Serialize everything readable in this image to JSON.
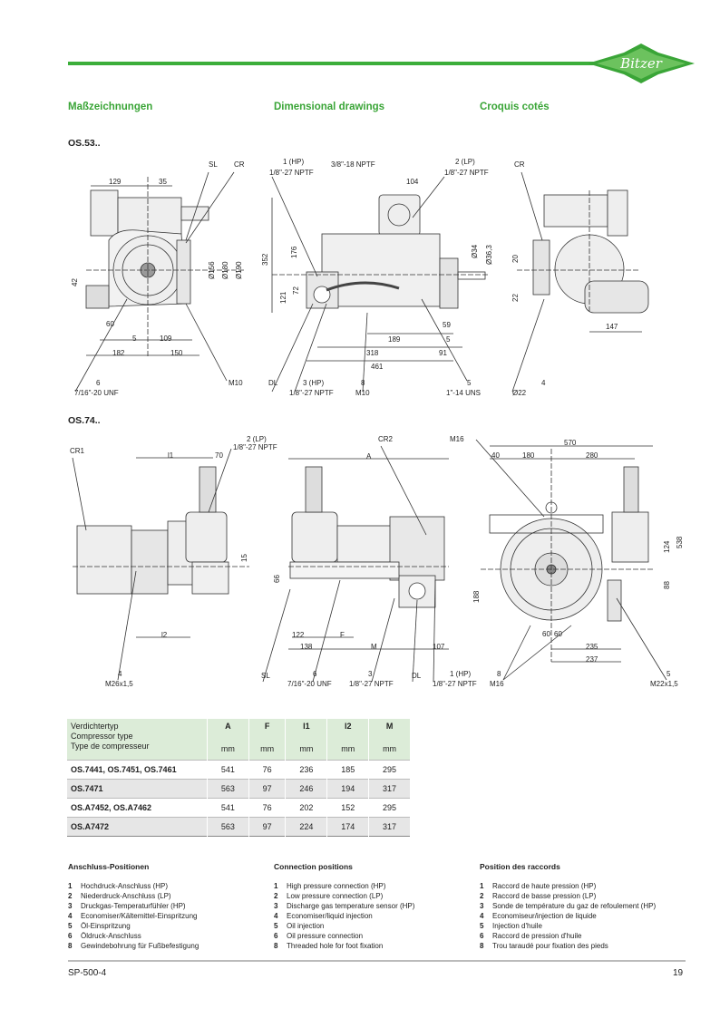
{
  "header": {
    "logo_text": "Bitzer",
    "brand_color": "#3cae3a"
  },
  "columns": {
    "de": "Maßzeichnungen",
    "en": "Dimensional drawings",
    "fr": "Croquis cotés"
  },
  "drawings": {
    "os53": {
      "title": "OS.53..",
      "labels": [
        "SL",
        "CR",
        "129",
        "35",
        "42",
        "Ø156",
        "Ø180",
        "Ø190",
        "60",
        "5",
        "109",
        "182",
        "150",
        "6",
        "7/16\"-20 UNF",
        "M10",
        "1 (HP)",
        "1/8\"-27 NPTF",
        "3/8\"-18 NPTF",
        "2 (LP)",
        "1/8\"-27 NPTF",
        "104",
        "352",
        "176",
        "121",
        "72",
        "Ø34",
        "Ø36,3",
        "59",
        "189",
        "5",
        "318",
        "91",
        "461",
        "DL",
        "3 (HP)",
        "1/8\"-27 NPTF",
        "8",
        "M10",
        "5",
        "1\"-14 UNS",
        "CR",
        "20",
        "22",
        "147",
        "4",
        "Ø22"
      ]
    },
    "os74": {
      "title": "OS.74..",
      "labels": [
        "CR1",
        "2 (LP)",
        "1/8\"-27 NPTF",
        "l1",
        "70",
        "15",
        "l2",
        "4",
        "M26x1,5",
        "A",
        "CR2",
        "M16",
        "66",
        "122",
        "F",
        "138",
        "M",
        "107",
        "SL",
        "6",
        "7/16\"-20 UNF",
        "3",
        "1/8\"-27 NPTF",
        "DL",
        "1 (HP)",
        "1/8\"-27 NPTF",
        "570",
        "40",
        "180",
        "280",
        "538",
        "124",
        "88",
        "188",
        "60",
        "60",
        "235",
        "237",
        "8",
        "M16",
        "5",
        "M22x1,5"
      ]
    }
  },
  "table": {
    "header_type": [
      "Verdichtertyp",
      "Compressor type",
      "Type de compresseur"
    ],
    "columns": [
      "A",
      "F",
      "l1",
      "l2",
      "M"
    ],
    "unit": "mm",
    "rows": [
      {
        "type": "OS.7441, OS.7451, OS.7461",
        "values": [
          "541",
          "76",
          "236",
          "185",
          "295"
        ]
      },
      {
        "type": "OS.7471",
        "values": [
          "563",
          "97",
          "246",
          "194",
          "317"
        ]
      },
      {
        "type": "OS.A7452, OS.A7462",
        "values": [
          "541",
          "76",
          "202",
          "152",
          "295"
        ]
      },
      {
        "type": "OS.A7472",
        "values": [
          "563",
          "97",
          "224",
          "174",
          "317"
        ]
      }
    ]
  },
  "positions": {
    "de": {
      "title": "Anschluss-Positionen",
      "items": [
        {
          "n": "1",
          "t": "Hochdruck-Anschluss (HP)"
        },
        {
          "n": "2",
          "t": "Niederdruck-Anschluss (LP)"
        },
        {
          "n": "3",
          "t": "Druckgas-Temperaturfühler (HP)"
        },
        {
          "n": "4",
          "t": "Economiser/Kältemittel-Einspritzung"
        },
        {
          "n": "5",
          "t": "Öl-Einspritzung"
        },
        {
          "n": "6",
          "t": "Öldruck-Anschluss"
        },
        {
          "n": "8",
          "t": "Gewindebohrung für Fußbefestigung"
        }
      ]
    },
    "en": {
      "title": "Connection positions",
      "items": [
        {
          "n": "1",
          "t": "High pressure connection (HP)"
        },
        {
          "n": "2",
          "t": "Low pressure connection (LP)"
        },
        {
          "n": "3",
          "t": "Discharge gas temperature sensor (HP)"
        },
        {
          "n": "4",
          "t": "Economiser/liquid injection"
        },
        {
          "n": "5",
          "t": "Oil injection"
        },
        {
          "n": "6",
          "t": "Oil pressure connection"
        },
        {
          "n": "8",
          "t": "Threaded hole for foot fixation"
        }
      ]
    },
    "fr": {
      "title": "Position des raccords",
      "items": [
        {
          "n": "1",
          "t": "Raccord de haute pression (HP)"
        },
        {
          "n": "2",
          "t": "Raccord de basse pression (LP)"
        },
        {
          "n": "3",
          "t": "Sonde de température du gaz de refoulement (HP)"
        },
        {
          "n": "4",
          "t": "Economiseur/injection de liquide"
        },
        {
          "n": "5",
          "t": "Injection d'huile"
        },
        {
          "n": "6",
          "t": "Raccord de pression d'huile"
        },
        {
          "n": "8",
          "t": "Trou taraudé pour fixation des pieds"
        }
      ]
    }
  },
  "footer": {
    "doc_id": "SP-500-4",
    "page": "19"
  }
}
